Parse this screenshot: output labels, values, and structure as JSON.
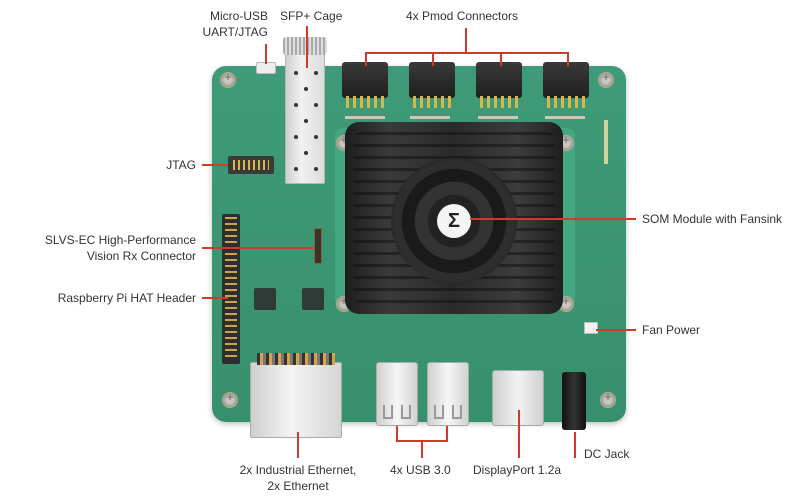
{
  "diagram": {
    "type": "annotated-product-photo",
    "subject": "Embedded vision development board (top view)",
    "accent_color": "#d13a2a",
    "board_color": "#3e9a78",
    "labels": {
      "micro_usb_line1": "Micro-USB",
      "micro_usb_line2": "UART/JTAG",
      "sfp": "SFP+ Cage",
      "pmod": "4x Pmod Connectors",
      "jtag": "JTAG",
      "slvs_line1": "SLVS-EC High-Performance",
      "slvs_line2": "Vision Rx Connector",
      "rpi": "Raspberry Pi HAT Header",
      "som": "SOM Module with Fansink",
      "fan_power": "Fan Power",
      "ethernet_line1": "2x Industrial Ethernet,",
      "ethernet_line2": "2x Ethernet",
      "usb": "4x USB 3.0",
      "displayport": "DisplayPort 1.2a",
      "dc_jack": "DC Jack"
    },
    "logo_glyph": "Σ"
  }
}
